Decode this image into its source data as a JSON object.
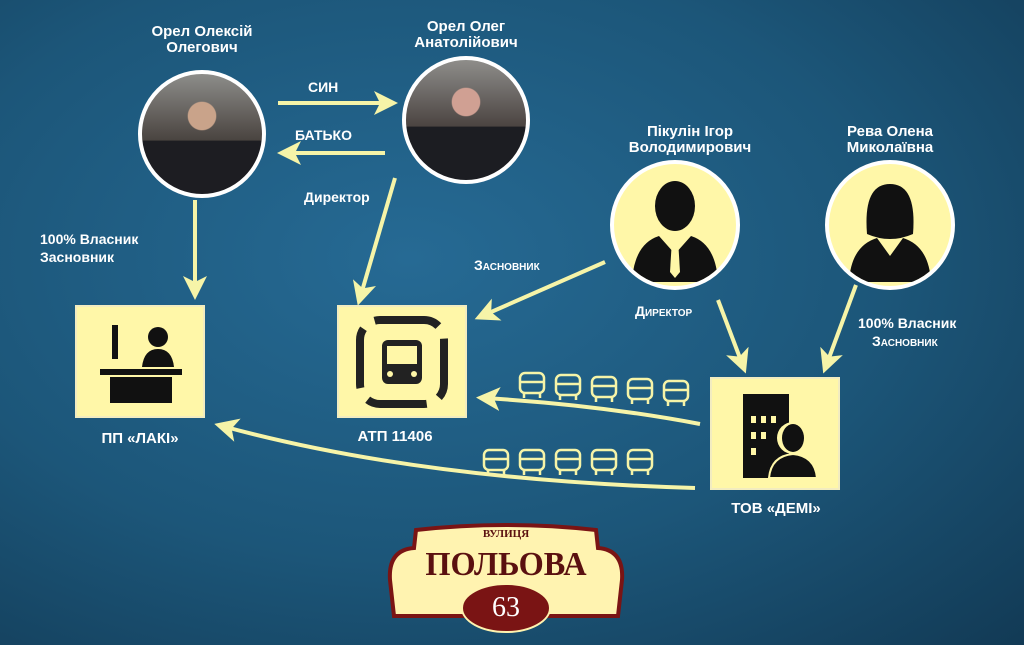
{
  "people": [
    {
      "name_line1": "Орел Олексій",
      "name_line2": "Олегович",
      "icon": "photo-young-man"
    },
    {
      "name_line1": "Орел Олег",
      "name_line2": "Анатолійович",
      "icon": "photo-older-man"
    },
    {
      "name_line1": "Пікулін Ігор",
      "name_line2": "Володимирович",
      "icon": "man-silhouette"
    },
    {
      "name_line1": "Рева Олена",
      "name_line2": "Миколаївна",
      "icon": "woman-silhouette"
    }
  ],
  "relations": {
    "son": "СИН",
    "father": "БАТЬКО",
    "director1": "Директор",
    "owner1_line1": "100% Власник",
    "owner1_line2": "Засновник",
    "founder": "Засновник",
    "director2": "Директор",
    "owner2_line1": "100% Власник",
    "owner2_line2": "Засновник"
  },
  "companies": [
    {
      "label": "ПП «ЛАКІ»",
      "icon": "reception-desk"
    },
    {
      "label": "АТП 11406",
      "icon": "bus-station"
    },
    {
      "label": "ТОВ «ДЕМІ»",
      "icon": "office-building-person"
    }
  ],
  "sign": {
    "top": "ВУЛИЦЯ",
    "street": "ПОЛЬОВА",
    "number": "63"
  },
  "colors": {
    "accent": "#fff7a8",
    "arrow": "#f6f4a8",
    "background": "#1f5a80",
    "sign_red": "#7a1414"
  }
}
